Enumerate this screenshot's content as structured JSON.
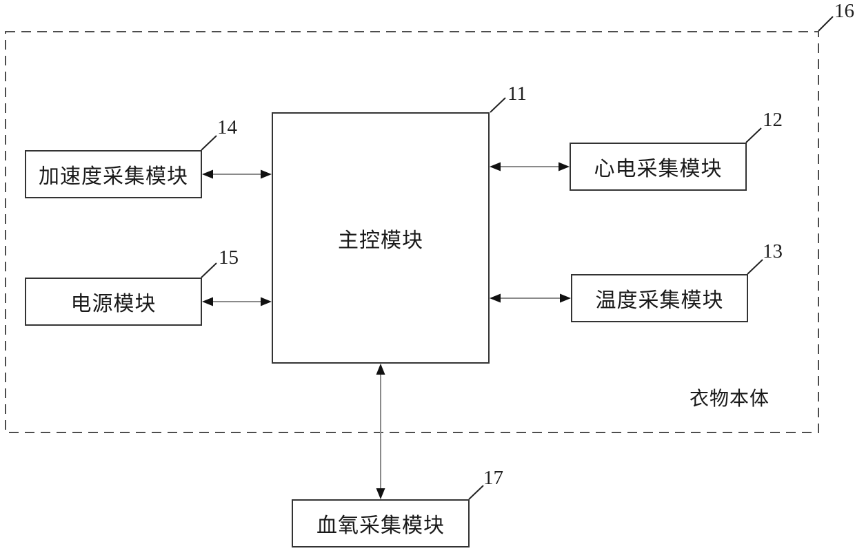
{
  "figure": {
    "frame_caption": "衣物本体",
    "modules": {
      "main": "主控模块",
      "ecg": "心电采集模块",
      "temp": "温度采集模块",
      "accel": "加速度采集模块",
      "power": "电源模块",
      "oxygen": "血氧采集模块"
    },
    "refs": {
      "main": "11",
      "ecg": "12",
      "temp": "13",
      "accel": "14",
      "power": "15",
      "frame": "16",
      "oxygen": "17"
    },
    "colors": {
      "background": "#ffffff",
      "ink": "#1a1a1a",
      "box_border": "#333333",
      "connector_line": "#8a8a8a",
      "arrowhead": "#111111",
      "dashed_frame": "#4d4d4d"
    }
  }
}
